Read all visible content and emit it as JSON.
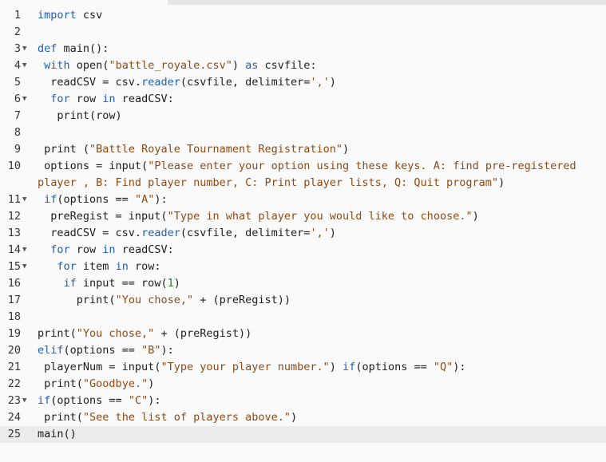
{
  "editor": {
    "active_line": 25,
    "lines": [
      {
        "n": 1,
        "fold": false,
        "tokens": [
          [
            "kw",
            "import"
          ],
          [
            "p",
            " csv"
          ]
        ]
      },
      {
        "n": 2,
        "fold": false,
        "tokens": []
      },
      {
        "n": 3,
        "fold": true,
        "tokens": [
          [
            "kw",
            "def"
          ],
          [
            "p",
            " main():"
          ]
        ]
      },
      {
        "n": 4,
        "fold": true,
        "tokens": [
          [
            "p",
            " "
          ],
          [
            "kw",
            "with"
          ],
          [
            "p",
            " open("
          ],
          [
            "str",
            "\"battle_royale.csv\""
          ],
          [
            "p",
            ") "
          ],
          [
            "kw",
            "as"
          ],
          [
            "p",
            " csvfile:"
          ]
        ]
      },
      {
        "n": 5,
        "fold": false,
        "tokens": [
          [
            "p",
            "  readCSV = csv."
          ],
          [
            "fn",
            "reader"
          ],
          [
            "p",
            "(csvfile, delimiter="
          ],
          [
            "str",
            "','"
          ],
          [
            "p",
            ")"
          ]
        ]
      },
      {
        "n": 6,
        "fold": true,
        "tokens": [
          [
            "p",
            "  "
          ],
          [
            "kw",
            "for"
          ],
          [
            "p",
            " row "
          ],
          [
            "kw",
            "in"
          ],
          [
            "p",
            " readCSV:"
          ]
        ]
      },
      {
        "n": 7,
        "fold": false,
        "tokens": [
          [
            "p",
            "   print(row)"
          ]
        ]
      },
      {
        "n": 8,
        "fold": false,
        "tokens": []
      },
      {
        "n": 9,
        "fold": false,
        "tokens": [
          [
            "p",
            " print ("
          ],
          [
            "str",
            "\"Battle Royale Tournament Registration\""
          ],
          [
            "p",
            ")"
          ]
        ]
      },
      {
        "n": 10,
        "fold": false,
        "tokens": [
          [
            "p",
            " options = input("
          ],
          [
            "str",
            "\"Please enter your option using these keys. A: find pre-registered player , B: Find player number, C: Print player lists, Q: Quit program\""
          ],
          [
            "p",
            ")"
          ]
        ]
      },
      {
        "n": 11,
        "fold": true,
        "tokens": [
          [
            "p",
            " "
          ],
          [
            "kw",
            "if"
          ],
          [
            "p",
            "(options == "
          ],
          [
            "str",
            "\"A\""
          ],
          [
            "p",
            "):"
          ]
        ]
      },
      {
        "n": 12,
        "fold": false,
        "tokens": [
          [
            "p",
            "  preRegist = input("
          ],
          [
            "str",
            "\"Type in what player you would like to choose.\""
          ],
          [
            "p",
            ")"
          ]
        ]
      },
      {
        "n": 13,
        "fold": false,
        "tokens": [
          [
            "p",
            "  readCSV = csv."
          ],
          [
            "fn",
            "reader"
          ],
          [
            "p",
            "(csvfile, delimiter="
          ],
          [
            "str",
            "','"
          ],
          [
            "p",
            ")"
          ]
        ]
      },
      {
        "n": 14,
        "fold": true,
        "tokens": [
          [
            "p",
            "  "
          ],
          [
            "kw",
            "for"
          ],
          [
            "p",
            " row "
          ],
          [
            "kw",
            "in"
          ],
          [
            "p",
            " readCSV:"
          ]
        ]
      },
      {
        "n": 15,
        "fold": true,
        "tokens": [
          [
            "p",
            "   "
          ],
          [
            "kw",
            "for"
          ],
          [
            "p",
            " item "
          ],
          [
            "kw",
            "in"
          ],
          [
            "p",
            " row:"
          ]
        ]
      },
      {
        "n": 16,
        "fold": false,
        "tokens": [
          [
            "p",
            "    "
          ],
          [
            "kw",
            "if"
          ],
          [
            "p",
            " input == row("
          ],
          [
            "numv",
            "1"
          ],
          [
            "p",
            ")"
          ]
        ]
      },
      {
        "n": 17,
        "fold": false,
        "tokens": [
          [
            "p",
            "      print("
          ],
          [
            "str",
            "\"You chose,\""
          ],
          [
            "p",
            " + (preRegist))"
          ]
        ]
      },
      {
        "n": 18,
        "fold": false,
        "tokens": []
      },
      {
        "n": 19,
        "fold": false,
        "tokens": [
          [
            "p",
            "print("
          ],
          [
            "str",
            "\"You chose,\""
          ],
          [
            "p",
            " + (preRegist))"
          ]
        ]
      },
      {
        "n": 20,
        "fold": false,
        "tokens": [
          [
            "kw",
            "elif"
          ],
          [
            "p",
            "(options == "
          ],
          [
            "str",
            "\"B\""
          ],
          [
            "p",
            "):"
          ]
        ]
      },
      {
        "n": 21,
        "fold": false,
        "tokens": [
          [
            "p",
            " playerNum = input("
          ],
          [
            "str",
            "\"Type your player number.\""
          ],
          [
            "p",
            ") "
          ],
          [
            "kw",
            "if"
          ],
          [
            "p",
            "(options == "
          ],
          [
            "str",
            "\"Q\""
          ],
          [
            "p",
            "):"
          ]
        ]
      },
      {
        "n": 22,
        "fold": false,
        "tokens": [
          [
            "p",
            " print("
          ],
          [
            "str",
            "\"Goodbye.\""
          ],
          [
            "p",
            ")"
          ]
        ]
      },
      {
        "n": 23,
        "fold": true,
        "tokens": [
          [
            "kw",
            "if"
          ],
          [
            "p",
            "(options == "
          ],
          [
            "str",
            "\"C\""
          ],
          [
            "p",
            "):"
          ]
        ]
      },
      {
        "n": 24,
        "fold": false,
        "tokens": [
          [
            "p",
            " print("
          ],
          [
            "str",
            "\"See the list of players above.\""
          ],
          [
            "p",
            ")"
          ]
        ]
      },
      {
        "n": 25,
        "fold": false,
        "tokens": [
          [
            "p",
            "main()"
          ]
        ]
      }
    ]
  }
}
